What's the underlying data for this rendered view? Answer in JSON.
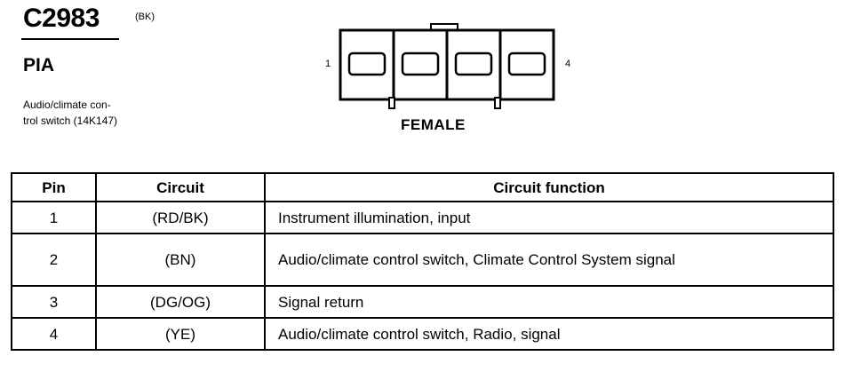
{
  "connector": {
    "id": "C2983",
    "color_code": "(BK)",
    "code": "PIA",
    "description": "Audio/climate con-trol switch (14K147)",
    "description_lines": [
      "Audio/climate con-",
      "trol switch (14K147)"
    ],
    "pin_first_label": "1",
    "pin_last_label": "4",
    "gender": "FEMALE",
    "cavity_count": 4
  },
  "pin_table": {
    "headers": [
      "Pin",
      "Circuit",
      "Circuit function"
    ],
    "rows": [
      {
        "pin": "1",
        "circuit": "(RD/BK)",
        "function": "Instrument illumination, input"
      },
      {
        "pin": "2",
        "circuit": "(BN)",
        "function": "Audio/climate control switch, Climate Control System signal"
      },
      {
        "pin": "3",
        "circuit": "(DG/OG)",
        "function": "Signal return"
      },
      {
        "pin": "4",
        "circuit": "(YE)",
        "function": "Audio/climate control switch, Radio, signal"
      }
    ]
  }
}
